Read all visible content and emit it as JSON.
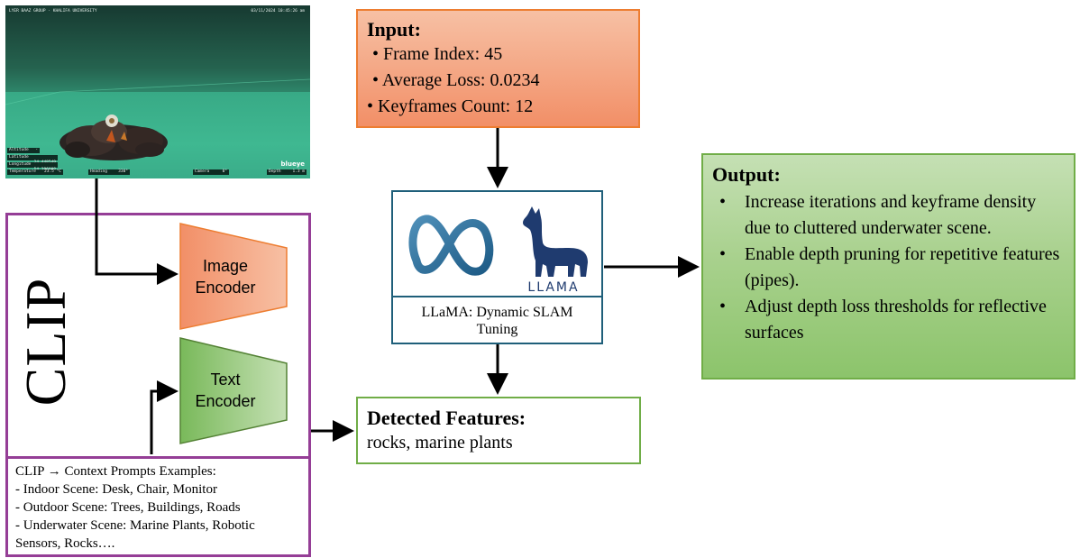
{
  "photo": {
    "top_left_text": "LYER BAAZ GROUP · KHALIFA UNIVERSITY",
    "timestamp": "03/11/2024 10:45:26 am",
    "brand": "blueye",
    "hud": {
      "altitude_label": "Altitude",
      "altitude_value": "-",
      "latitude_label": "Latitude",
      "latitude_value": "24.448549",
      "longitude_label": "Longitude",
      "longitude_value": "54.396008",
      "temperature_label": "Temperature",
      "temperature_value": "23.5 °C",
      "heading_label": "Heading",
      "heading_value": "330°",
      "camera_label": "Camera",
      "camera_value": "0°",
      "depth_label": "Depth",
      "depth_value": "1.3 m"
    }
  },
  "input": {
    "title": "Input:",
    "lines": [
      "• Frame Index: 45",
      "• Average Loss: 0.0234",
      "• Keyframes Count: 12"
    ]
  },
  "llama": {
    "caption_line1": "LLaMA: Dynamic SLAM",
    "caption_line2": "Tuning",
    "logo_text": "LLAMA"
  },
  "output": {
    "title": "Output:",
    "bullets": [
      "Increase iterations and keyframe density due to cluttered underwater scene.",
      "Enable depth pruning for repetitive features (pipes).",
      "Adjust depth loss thresholds for reflective surfaces"
    ],
    "bullet_char": "•"
  },
  "detected": {
    "title": "Detected Features:",
    "text": "rocks, marine plants"
  },
  "clip": {
    "title": "CLIP",
    "image_encoder": [
      "Image",
      "Encoder"
    ],
    "text_encoder": [
      "Text",
      "Encoder"
    ],
    "prompts": [
      "CLIP → Context Prompts Examples:",
      "- Indoor Scene: Desk, Chair, Monitor",
      "- Outdoor Scene: Trees, Buildings, Roads",
      "- Underwater Scene: Marine Plants, Robotic",
      "Sensors, Rocks…."
    ]
  },
  "colors": {
    "input_border": "#ed7d31",
    "output_border": "#70ad47",
    "clip_border": "#953e96",
    "llama_border": "#1f5f7a",
    "image_encoder_fill": "#f4a886",
    "text_encoder_fill": "#8cc46b"
  }
}
